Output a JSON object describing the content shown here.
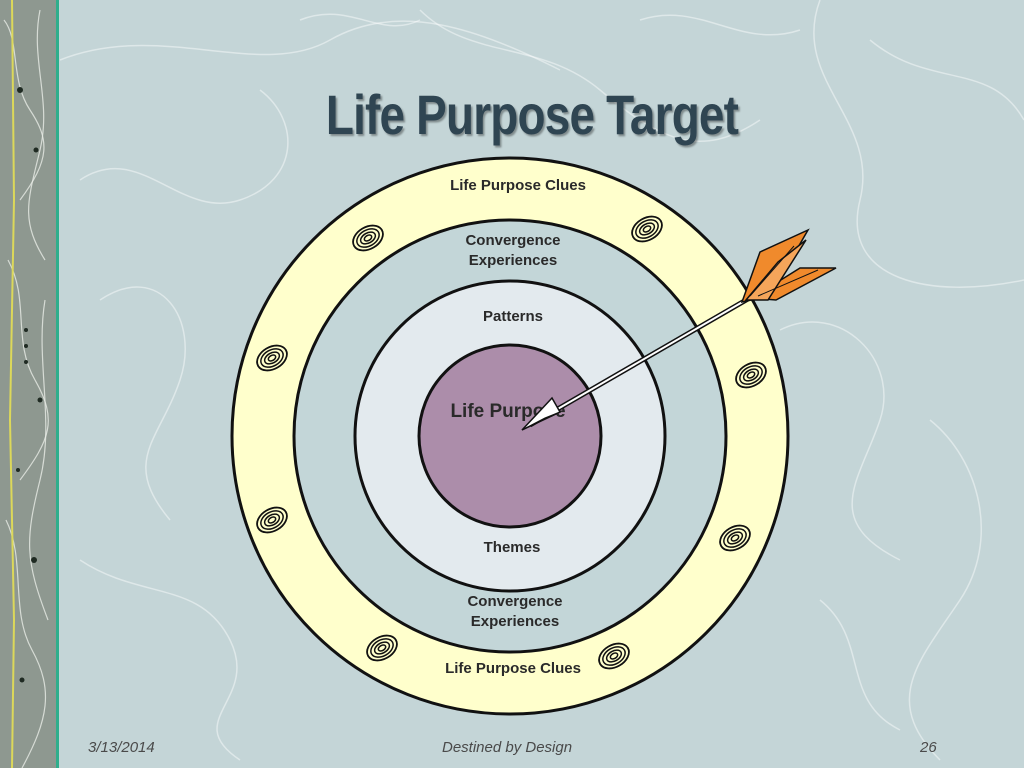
{
  "slide": {
    "title": "Life Purpose Target",
    "footer_date": "3/13/2014",
    "footer_center": "Destined by Design",
    "page_number": "26"
  },
  "target": {
    "outer_top": "Life Purpose Clues",
    "convergence_top": "Convergence Experiences",
    "patterns": "Patterns",
    "center": "Life Purpose",
    "themes": "Themes",
    "convergence_bottom": "Convergence Experiences",
    "outer_bottom": "Life Purpose Clues",
    "clue_icon": "fingerprint-icon",
    "arrow_icon": "arrow-icon"
  },
  "colors": {
    "background": "#c4d5d7",
    "outer_ring": "#ffffcc",
    "convergence_ring": "#c3d6d8",
    "patterns_ring": "#e3eaee",
    "center": "#ac8daa",
    "arrow_fletching": "#f08a2c",
    "title": "#2f4552"
  }
}
